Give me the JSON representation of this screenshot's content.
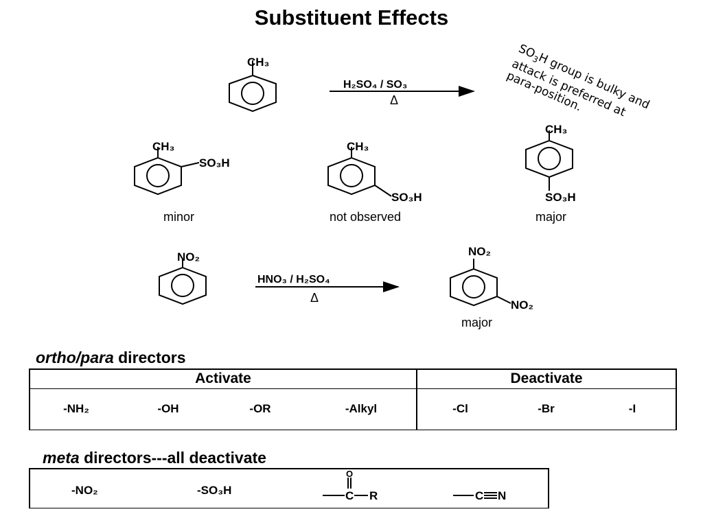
{
  "title": "Substituent Effects",
  "note": {
    "line1_pre": "SO",
    "line1_sub": "3",
    "line1_post": "H group is bulky and",
    "line2": "attack is preferred at",
    "line3": "para-position."
  },
  "reaction1": {
    "substituent": "CH₃",
    "reagent": "H₂SO₄ / SO₃",
    "condition": "Δ",
    "products": [
      {
        "substituent1": "CH₃",
        "substituent2": "SO₃H",
        "label": "minor"
      },
      {
        "substituent1": "CH₃",
        "substituent2": "SO₃H",
        "label": "not observed"
      },
      {
        "substituent1": "CH₃",
        "substituent2": "SO₃H",
        "label": "major"
      }
    ]
  },
  "reaction2": {
    "substituent": "NO₂",
    "reagent": "HNO₃ / H₂SO₄",
    "condition": "Δ",
    "product": {
      "substituent1": "NO₂",
      "substituent2": "NO₂",
      "label": "major"
    }
  },
  "ortho_para": {
    "heading_italic": "ortho/para",
    "heading_rest": " directors",
    "activate_header": "Activate",
    "deactivate_header": "Deactivate",
    "activating": [
      "-NH₂",
      "-OH",
      "-OR",
      "-Alkyl"
    ],
    "deactivating": [
      "-Cl",
      "-Br",
      "-I"
    ]
  },
  "meta": {
    "heading_italic": "meta",
    "heading_rest": " directors---all deactivate",
    "groups": [
      "-NO₂",
      "-SO₃H"
    ],
    "carbonyl": {
      "o": "O",
      "c": "C",
      "r": "R"
    },
    "nitrile": {
      "c": "C",
      "n": "N"
    }
  }
}
